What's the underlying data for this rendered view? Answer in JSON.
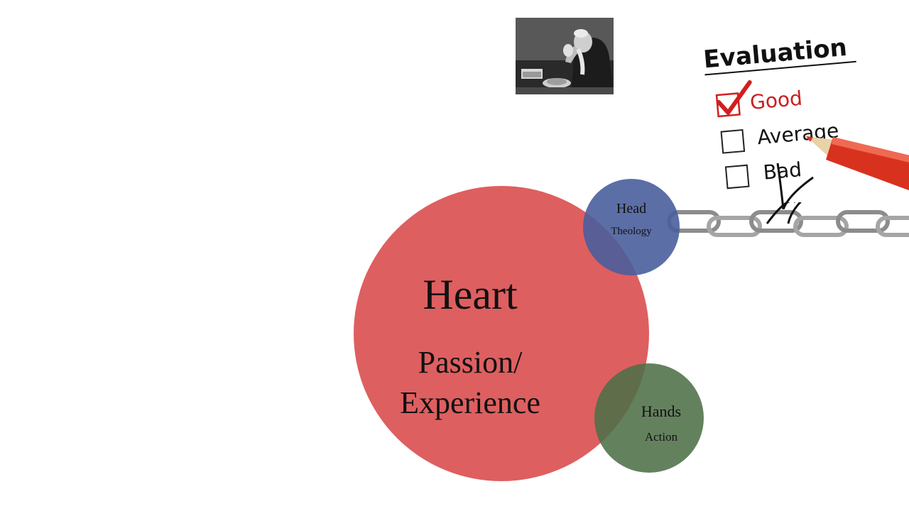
{
  "evaluation": {
    "title": "Evaluation",
    "options": [
      {
        "label": "Good",
        "checked": true
      },
      {
        "label": "Average",
        "checked": false
      },
      {
        "label": "Bad",
        "checked": false
      }
    ]
  },
  "heart": {
    "title": "Heart",
    "line1": "Passion/",
    "line2": "Experience"
  },
  "head": {
    "title": "Head",
    "subtitle": "Theology"
  },
  "hands": {
    "title": "Hands",
    "subtitle": "Action"
  },
  "colors": {
    "heart": "#d9494a",
    "head": "#4a5e9c",
    "hands": "#4f7048",
    "check": "#d11f1f",
    "pencil": "#d8321e"
  }
}
